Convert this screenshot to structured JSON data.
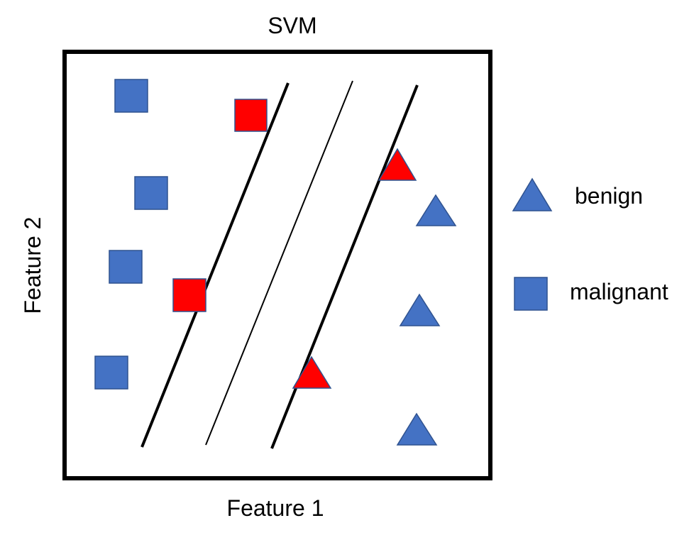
{
  "diagram": {
    "title": "SVM",
    "x_label": "Feature 1",
    "y_label": "Feature 2",
    "colors": {
      "blue": "#4472C4",
      "blue_edge": "#2F528F",
      "red": "#FF0000",
      "line": "#000000"
    },
    "legend": {
      "benign": {
        "label": "benign",
        "icon": "triangle-icon"
      },
      "malignant": {
        "label": "malignant",
        "icon": "square-icon"
      }
    },
    "points": [
      {
        "class": "malignant",
        "shape": "square",
        "misclassified": false
      },
      {
        "class": "malignant",
        "shape": "square",
        "misclassified": false
      },
      {
        "class": "malignant",
        "shape": "square",
        "misclassified": false
      },
      {
        "class": "malignant",
        "shape": "square",
        "misclassified": false
      },
      {
        "class": "malignant",
        "shape": "square",
        "misclassified": true
      },
      {
        "class": "malignant",
        "shape": "square",
        "misclassified": true
      },
      {
        "class": "benign",
        "shape": "triangle",
        "misclassified": true
      },
      {
        "class": "benign",
        "shape": "triangle",
        "misclassified": true
      },
      {
        "class": "benign",
        "shape": "triangle",
        "misclassified": false
      },
      {
        "class": "benign",
        "shape": "triangle",
        "misclassified": false
      },
      {
        "class": "benign",
        "shape": "triangle",
        "misclassified": false
      }
    ],
    "lines": [
      {
        "role": "margin"
      },
      {
        "role": "hyperplane"
      },
      {
        "role": "margin"
      }
    ]
  }
}
